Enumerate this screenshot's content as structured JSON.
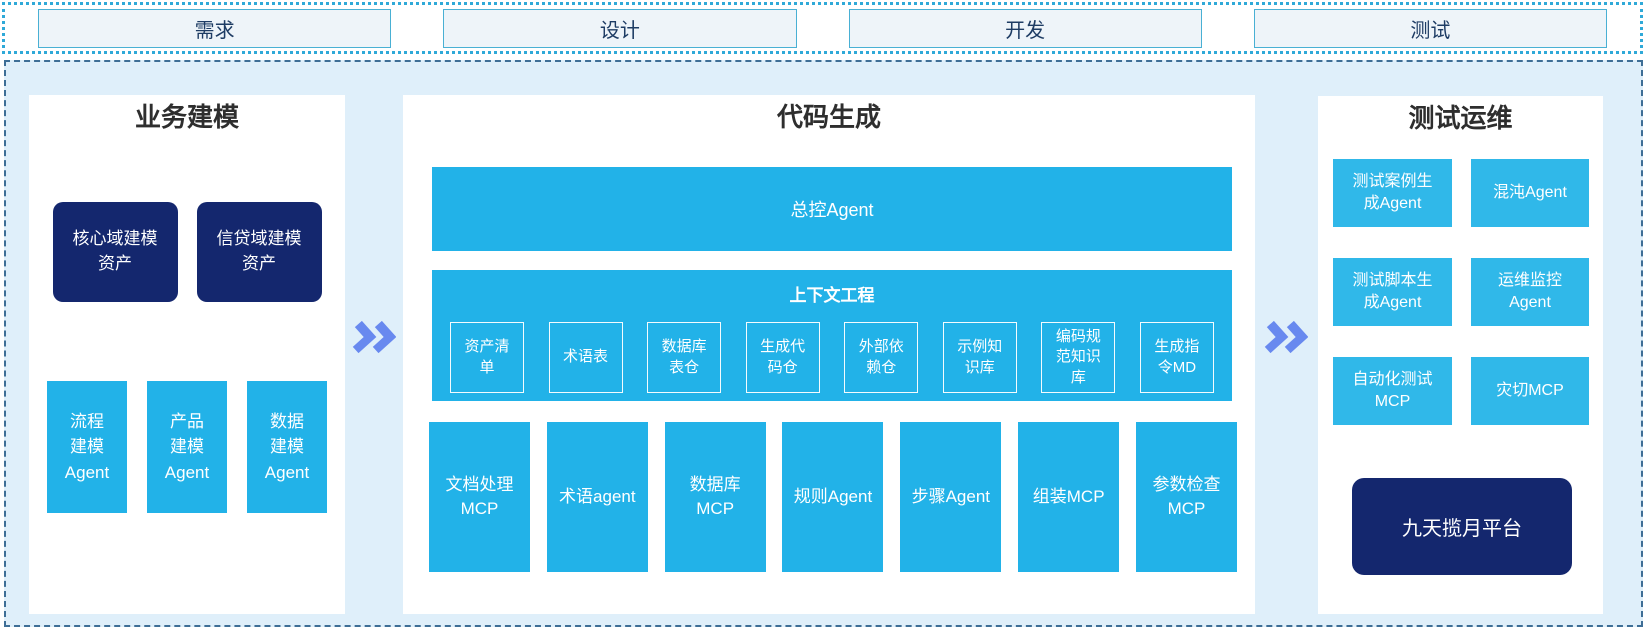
{
  "phases": {
    "items": [
      {
        "label": "需求"
      },
      {
        "label": "设计"
      },
      {
        "label": "开发"
      },
      {
        "label": "测试"
      }
    ]
  },
  "business": {
    "title": "业务建模",
    "assets": [
      {
        "label": "核心域建模\n资产"
      },
      {
        "label": "信贷域建模\n资产"
      }
    ],
    "agents": [
      {
        "label": "流程\n建模\nAgent"
      },
      {
        "label": "产品\n建模\nAgent"
      },
      {
        "label": "数据\n建模\nAgent"
      }
    ]
  },
  "codegen": {
    "title": "代码生成",
    "master_agent": "总控Agent",
    "context": {
      "title": "上下文工程",
      "items": [
        {
          "label": "资产清\n单"
        },
        {
          "label": "术语表"
        },
        {
          "label": "数据库\n表仓"
        },
        {
          "label": "生成代\n码仓"
        },
        {
          "label": "外部依\n赖仓"
        },
        {
          "label": "示例知\n识库"
        },
        {
          "label": "编码规\n范知识\n库"
        },
        {
          "label": "生成指\n令MD"
        }
      ]
    },
    "workers": [
      {
        "label": "文档处理\nMCP"
      },
      {
        "label": "术语agent"
      },
      {
        "label": "数据库\nMCP"
      },
      {
        "label": "规则Agent"
      },
      {
        "label": "步骤Agent"
      },
      {
        "label": "组装MCP"
      },
      {
        "label": "参数检查\nMCP"
      }
    ]
  },
  "testops": {
    "title": "测试运维",
    "boxes": [
      {
        "label": "测试案例生\n成Agent"
      },
      {
        "label": "混沌Agent"
      },
      {
        "label": "测试脚本生\n成Agent"
      },
      {
        "label": "运维监控\nAgent"
      },
      {
        "label": "自动化测试\nMCP"
      },
      {
        "label": "灾切MCP"
      }
    ],
    "platform": "九天揽月平台"
  },
  "colors": {
    "cyan": "#22b2e8",
    "cyan_light": "#30b8e9",
    "navy": "#14276e",
    "section_bg": "#dfeffa",
    "phase_fill": "#eef4f9",
    "phase_border": "#49b0d4",
    "dotted_border": "#2fa9d8",
    "dashed_border": "#3e6e96",
    "arrow_blue": "#6889ef"
  }
}
